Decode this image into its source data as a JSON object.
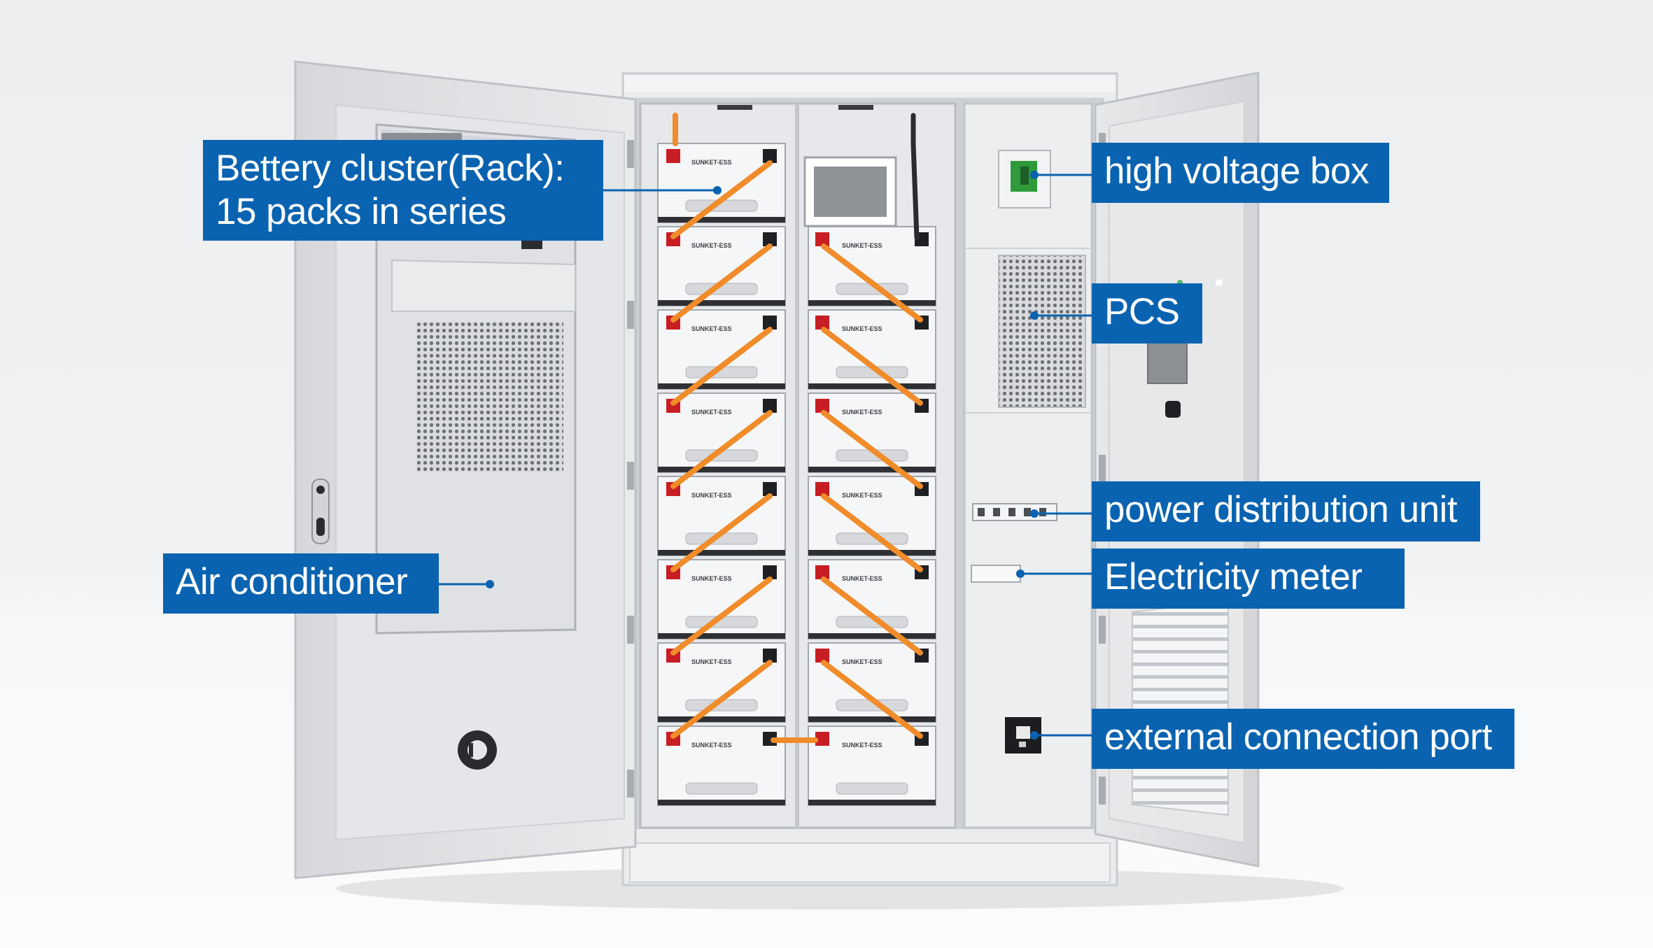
{
  "brand_mark": "SUNKET-ESS",
  "callouts": {
    "battery_cluster": {
      "line1": "Bettery cluster(Rack):",
      "line2": "15 packs in series"
    },
    "air_conditioner": {
      "label": "Air conditioner"
    },
    "high_voltage_box": {
      "label": "high voltage box"
    },
    "pcs": {
      "label": "PCS"
    },
    "power_distribution_unit": {
      "label": "power distribution unit"
    },
    "electricity_meter": {
      "label": "Electricity meter"
    },
    "external_connection_port": {
      "label": "external connection port"
    }
  },
  "colors": {
    "callout_bg": "#0a63b0",
    "cable": "#f08c2a",
    "terminal_red": "#c81e23",
    "hv_switch": "#2f9a3a"
  }
}
